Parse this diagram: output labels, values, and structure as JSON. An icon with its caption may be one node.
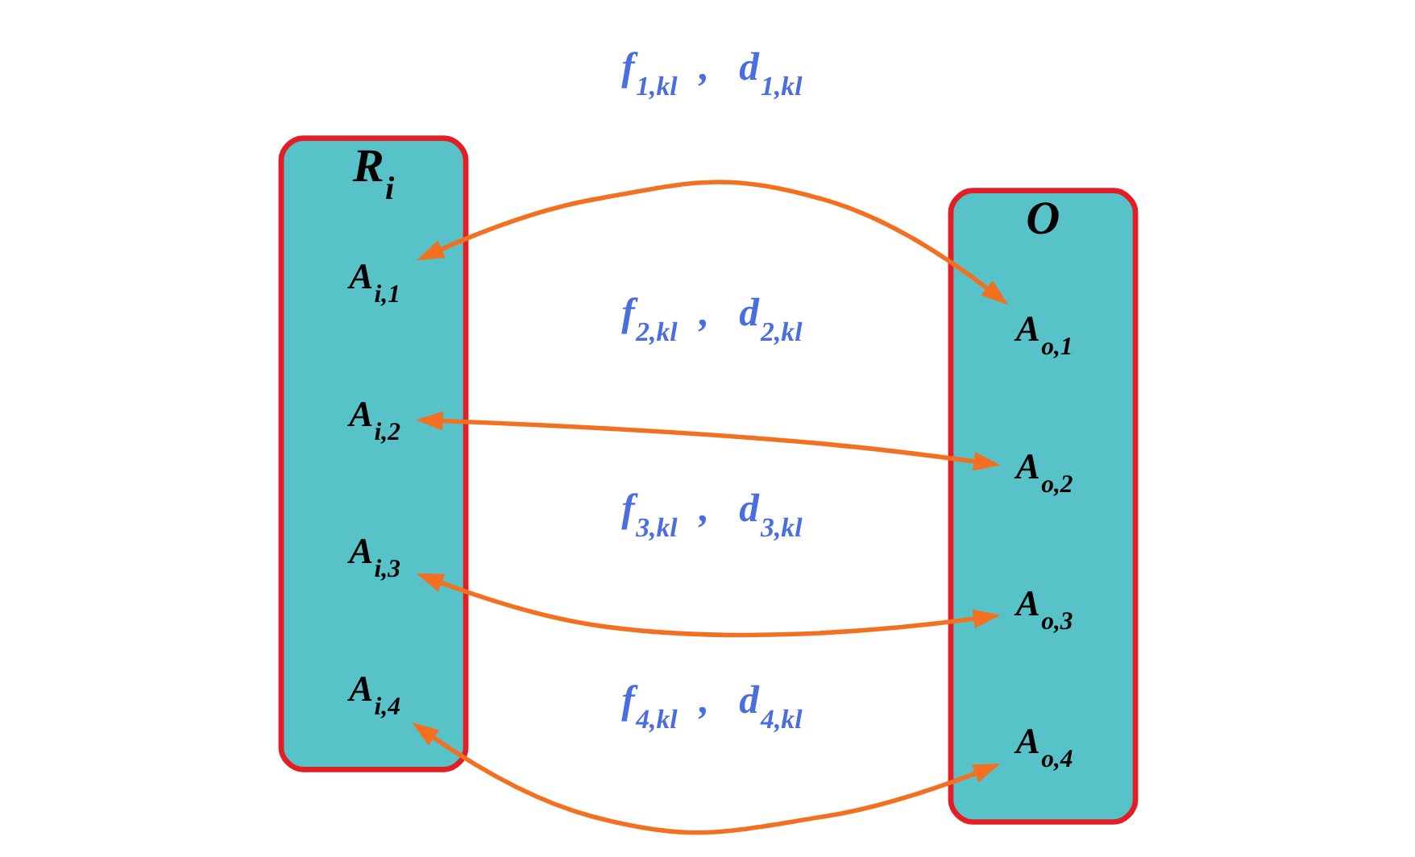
{
  "diagram": {
    "nodes": [
      {
        "text": [
          "R$_{i}$"
        ]
      },
      {
        "text": [
          "A$_{i,1}$"
        ],
        "in": 0
      },
      {
        "text": [
          "A$_{i,2}$"
        ],
        "in": 0
      },
      {
        "text": [
          "A$_{i,3}$"
        ],
        "in": 0
      },
      {
        "text": [
          "A$_{i,4}$"
        ],
        "in": 0
      },
      {
        "text": [
          "O"
        ]
      },
      {
        "text": [
          "A$_{o,1}$"
        ],
        "in": 5
      },
      {
        "text": [
          "A$_{o,2}$"
        ],
        "in": 5
      },
      {
        "text": [
          "A$_{o,3}$"
        ],
        "in": 5
      },
      {
        "text": [
          "A$_{o,4}$"
        ],
        "in": 5
      }
    ],
    "edges": [
      {
        "from": 1,
        "to": 6,
        "arrow": "both",
        "label": "f$_{1,kl}$ , d$_{1,kl}$"
      },
      {
        "from": 2,
        "to": 7,
        "arrow": "both",
        "label": "f$_{2,kl}$ , d$_{2,kl}$"
      },
      {
        "from": 3,
        "to": 8,
        "arrow": "both",
        "label": "f$_{3,kl}$ , d$_{3,kl}$"
      },
      {
        "from": 4,
        "to": 9,
        "arrow": "both",
        "label": "f$_{4,kl}$ , d$_{4,kl}$"
      }
    ]
  }
}
